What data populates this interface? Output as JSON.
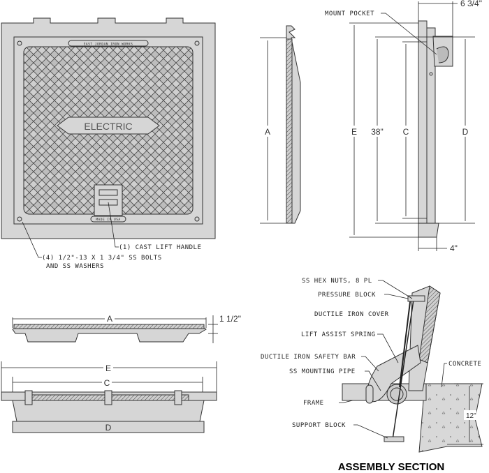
{
  "plan_view": {
    "foundry_plate": "EAST JORDAN IRON WORKS",
    "cover_label": "ELECTRIC",
    "origin_plate": "MADE IN USA",
    "callout_handle": "(1) CAST LIFT HANDLE",
    "callout_bolts_line1": "(4) 1/2\"-13 X 1 3/4\" SS BOLTS",
    "callout_bolts_line2": "AND SS WASHERS"
  },
  "side_view": {
    "dim_a": "A",
    "dim_e": "E",
    "dim_38": "38\"",
    "dim_c": "C",
    "dim_d": "D",
    "dim_top": "6 3/4\"",
    "dim_bottom": "4\"",
    "mount_pocket": "MOUNT POCKET"
  },
  "section_views": {
    "dim_a": "A",
    "dim_thickness": "1 1/2\"",
    "dim_e": "E",
    "dim_c": "C",
    "dim_d": "D"
  },
  "assembly": {
    "title": "ASSEMBLY SECTION",
    "hex_nuts": "SS HEX NUTS, 8 PL",
    "pressure_block": "PRESSURE BLOCK",
    "cover": "DUCTILE IRON COVER",
    "spring": "LIFT ASSIST SPRING",
    "safety_bar": "DUCTILE IRON SAFETY BAR",
    "mounting_pipe": "SS MOUNTING PIPE",
    "concrete": "CONCRETE",
    "frame": "FRAME",
    "support_block": "SUPPORT BLOCK",
    "dim_depth": "12\""
  }
}
